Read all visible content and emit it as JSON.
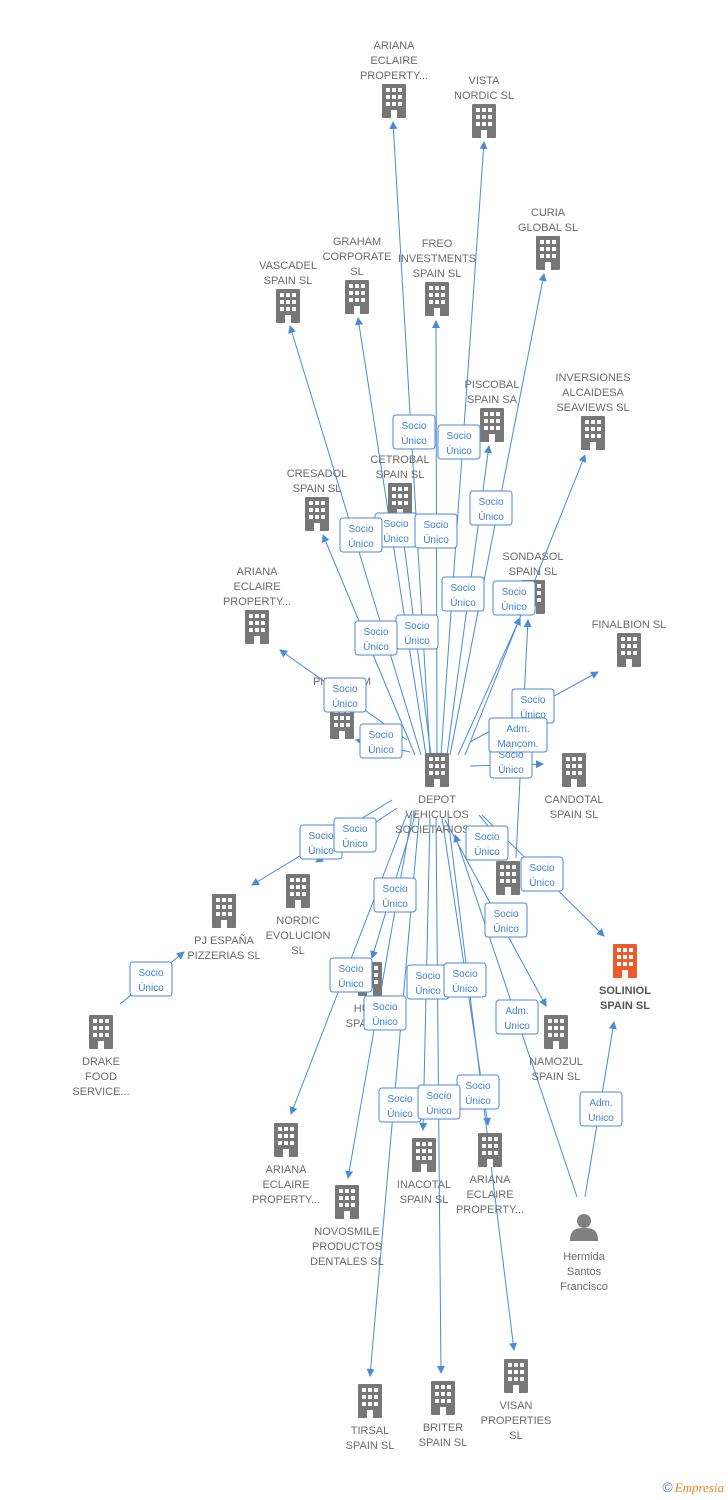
{
  "colors": {
    "edge": "#4a8ad8",
    "company": "#777777",
    "highlight": "#ee5a2a",
    "person": "#808080"
  },
  "nodes": [
    {
      "id": "depot",
      "type": "company",
      "label": [
        "DEPOT",
        "VEHICULOS",
        "SOCIETARIOS..."
      ]
    },
    {
      "id": "ariana1",
      "type": "company",
      "label": [
        "ARIANA",
        "ECLAIRE",
        "PROPERTY..."
      ]
    },
    {
      "id": "vista",
      "type": "company",
      "label": [
        "VISTA",
        "NORDIC SL"
      ]
    },
    {
      "id": "curia",
      "type": "company",
      "label": [
        "CURIA",
        "GLOBAL SL"
      ]
    },
    {
      "id": "graham",
      "type": "company",
      "label": [
        "GRAHAM",
        "CORPORATE",
        "SL"
      ]
    },
    {
      "id": "freo",
      "type": "company",
      "label": [
        "FREO",
        "INVESTMENTS",
        "SPAIN SL"
      ]
    },
    {
      "id": "vascadel",
      "type": "company",
      "label": [
        "VASCADEL",
        "SPAIN SL"
      ]
    },
    {
      "id": "piscobal",
      "type": "company",
      "label": [
        "PISCOBAL",
        "SPAIN SA"
      ]
    },
    {
      "id": "inversiones",
      "type": "company",
      "label": [
        "INVERSIONES",
        "ALCAIDESA",
        "SEAVIEWS SL"
      ]
    },
    {
      "id": "cetrobal",
      "type": "company",
      "label": [
        "CETROBAL",
        "SPAIN SL"
      ]
    },
    {
      "id": "cresadol",
      "type": "company",
      "label": [
        "CRESADOL",
        "SPAIN SL"
      ]
    },
    {
      "id": "sondasol",
      "type": "company",
      "label": [
        "SONDASOL",
        "SPAIN SL"
      ]
    },
    {
      "id": "ariana2",
      "type": "company",
      "label": [
        "ARIANA",
        "ECLAIRE",
        "PROPERTY..."
      ]
    },
    {
      "id": "finalbion",
      "type": "company",
      "label": [
        "FINALBION SL"
      ]
    },
    {
      "id": "pilogram",
      "type": "company",
      "label": [
        "PILOGRAM",
        "SL"
      ]
    },
    {
      "id": "candotal",
      "type": "company",
      "label": [
        "CANDOTAL",
        "SPAIN SL"
      ]
    },
    {
      "id": "nordicevo",
      "type": "company",
      "label": [
        "NORDIC",
        "EVOLUCION",
        "SL"
      ]
    },
    {
      "id": "pjespana",
      "type": "company",
      "label": [
        "PJ ESPAÑA",
        "PIZZERIAS SL"
      ]
    },
    {
      "id": "tol",
      "type": "company",
      "label": [
        "TO...L",
        "SL"
      ]
    },
    {
      "id": "soliniol",
      "type": "company",
      "highlight": true,
      "label": [
        "SOLINIOL",
        "SPAIN SL"
      ]
    },
    {
      "id": "drake",
      "type": "company",
      "label": [
        "DRAKE",
        "FOOD",
        "SERVICE..."
      ]
    },
    {
      "id": "hua",
      "type": "company",
      "label": [
        "HUA...",
        "SPAIN SL"
      ]
    },
    {
      "id": "namozul",
      "type": "company",
      "label": [
        "NAMOZUL",
        "SPAIN SL"
      ]
    },
    {
      "id": "ariana3",
      "type": "company",
      "label": [
        "ARIANA",
        "ECLAIRE",
        "PROPERTY..."
      ]
    },
    {
      "id": "inacotal",
      "type": "company",
      "label": [
        "INACOTAL",
        "SPAIN SL"
      ]
    },
    {
      "id": "ariana4",
      "type": "company",
      "label": [
        "ARIANA",
        "ECLAIRE",
        "PROPERTY..."
      ]
    },
    {
      "id": "novosmile",
      "type": "company",
      "label": [
        "NOVOSMILE",
        "PRODUCTOS",
        "DENTALES SL"
      ]
    },
    {
      "id": "hermida",
      "type": "person",
      "label": [
        "Hermida",
        "Santos",
        "Francisco"
      ]
    },
    {
      "id": "visan",
      "type": "company",
      "label": [
        "VISAN",
        "PROPERTIES",
        "SL"
      ]
    },
    {
      "id": "tirsal",
      "type": "company",
      "label": [
        "TIRSAL",
        "SPAIN SL"
      ]
    },
    {
      "id": "briter",
      "type": "company",
      "label": [
        "BRITER",
        "SPAIN SL"
      ]
    }
  ],
  "edges": [
    {
      "from": "depot",
      "to": "ariana1",
      "label": [
        "Socio",
        "Único"
      ]
    },
    {
      "from": "depot",
      "to": "vista",
      "label": [
        "Socio",
        "Único"
      ]
    },
    {
      "from": "depot",
      "to": "curia",
      "label": [
        "Socio",
        "Único"
      ]
    },
    {
      "from": "depot",
      "to": "graham",
      "label": [
        "Socio",
        "Único"
      ]
    },
    {
      "from": "depot",
      "to": "freo",
      "label": [
        "Socio",
        "Único"
      ]
    },
    {
      "from": "depot",
      "to": "vascadel",
      "label": [
        "Socio",
        "Único"
      ]
    },
    {
      "from": "depot",
      "to": "piscobal",
      "label": [
        "Socio",
        "Único"
      ]
    },
    {
      "from": "depot",
      "to": "inversiones",
      "label": [
        "Socio",
        "Único"
      ]
    },
    {
      "from": "depot",
      "to": "cetrobal",
      "label": [
        "Socio",
        "Único"
      ]
    },
    {
      "from": "depot",
      "to": "cresadol",
      "label": [
        "Socio",
        "Único"
      ]
    },
    {
      "from": "depot",
      "to": "sondasol",
      "label": [
        "Socio",
        "Único"
      ]
    },
    {
      "from": "depot",
      "to": "ariana2",
      "label": [
        "Socio",
        "Único"
      ]
    },
    {
      "from": "depot",
      "to": "finalbion",
      "label": [
        "Socio",
        "Único"
      ]
    },
    {
      "from": "depot",
      "to": "pilogram",
      "label": [
        "Socio",
        "Único"
      ]
    },
    {
      "from": "depot",
      "to": "candotal",
      "label": [
        "Socio",
        "Único"
      ]
    },
    {
      "from": "depot",
      "to": "pjespana",
      "label": [
        "Socio",
        "Único"
      ]
    },
    {
      "from": "depot",
      "to": "nordicevo",
      "label": [
        "Socio",
        "Único"
      ]
    },
    {
      "from": "depot",
      "to": "tol",
      "label": [
        "Socio",
        "Único"
      ]
    },
    {
      "from": "depot",
      "to": "soliniol",
      "label": [
        "Socio",
        "Único"
      ]
    },
    {
      "from": "drake",
      "to": "pjespana",
      "label": [
        "Socio",
        "Único"
      ]
    },
    {
      "from": "depot",
      "to": "hua",
      "label": [
        "Socio",
        "Único"
      ]
    },
    {
      "from": "depot",
      "to": "namozul",
      "label": [
        "Socio",
        "Único"
      ]
    },
    {
      "from": "depot",
      "to": "ariana3",
      "label": [
        "Socio",
        "Único"
      ]
    },
    {
      "from": "depot",
      "to": "inacotal",
      "label": [
        "Socio",
        "Único"
      ]
    },
    {
      "from": "depot",
      "to": "ariana4",
      "label": [
        "Socio",
        "Único"
      ]
    },
    {
      "from": "depot",
      "to": "novosmile",
      "label": [
        "Socio",
        "Único"
      ]
    },
    {
      "from": "depot",
      "to": "visan",
      "label": [
        "Socio",
        "Único"
      ]
    },
    {
      "from": "depot",
      "to": "tirsal",
      "label": [
        "Socio",
        "Único"
      ]
    },
    {
      "from": "depot",
      "to": "briter",
      "label": [
        "Socio",
        "Único"
      ]
    },
    {
      "from": "hermida",
      "to": "depot",
      "label": [
        "Adm.",
        "Unico"
      ]
    },
    {
      "from": "hermida",
      "to": "soliniol",
      "label": [
        "Adm.",
        "Unico"
      ]
    },
    {
      "from": "tol",
      "to": "sondasol",
      "label": [
        "Adm.",
        "Mancom."
      ]
    }
  ],
  "footer": {
    "copyright": "©",
    "brand": "Empresia"
  }
}
